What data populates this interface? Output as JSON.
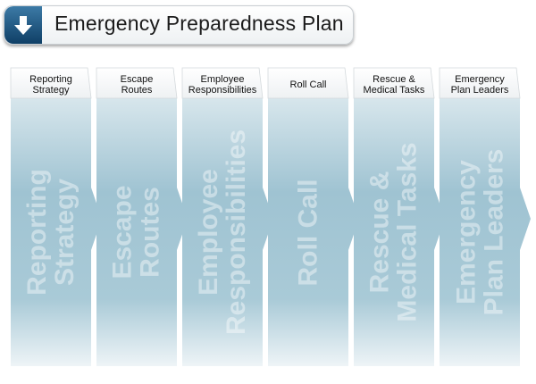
{
  "header": {
    "title": "Emergency Preparedness Plan",
    "icon": "down-arrow-icon"
  },
  "steps": [
    {
      "header": "Reporting\nStrategy",
      "vertical": "Reporting\nStrategy"
    },
    {
      "header": "Escape\nRoutes",
      "vertical": "Escape\nRoutes"
    },
    {
      "header": "Employee\nResponsibilities",
      "vertical": "Employee\nResponsibilities"
    },
    {
      "header": "Roll Call",
      "vertical": "Roll Call"
    },
    {
      "header": "Rescue &\nMedical Tasks",
      "vertical": "Rescue &\nMedical Tasks"
    },
    {
      "header": "Emergency\nPlan Leaders",
      "vertical": "Emergency\nPlan Leaders"
    }
  ],
  "colors": {
    "accent": "#1f5a87",
    "column_top": "#dce8ee",
    "column_mid": "#96bfcf",
    "column_bottom": "#eef4f6"
  }
}
